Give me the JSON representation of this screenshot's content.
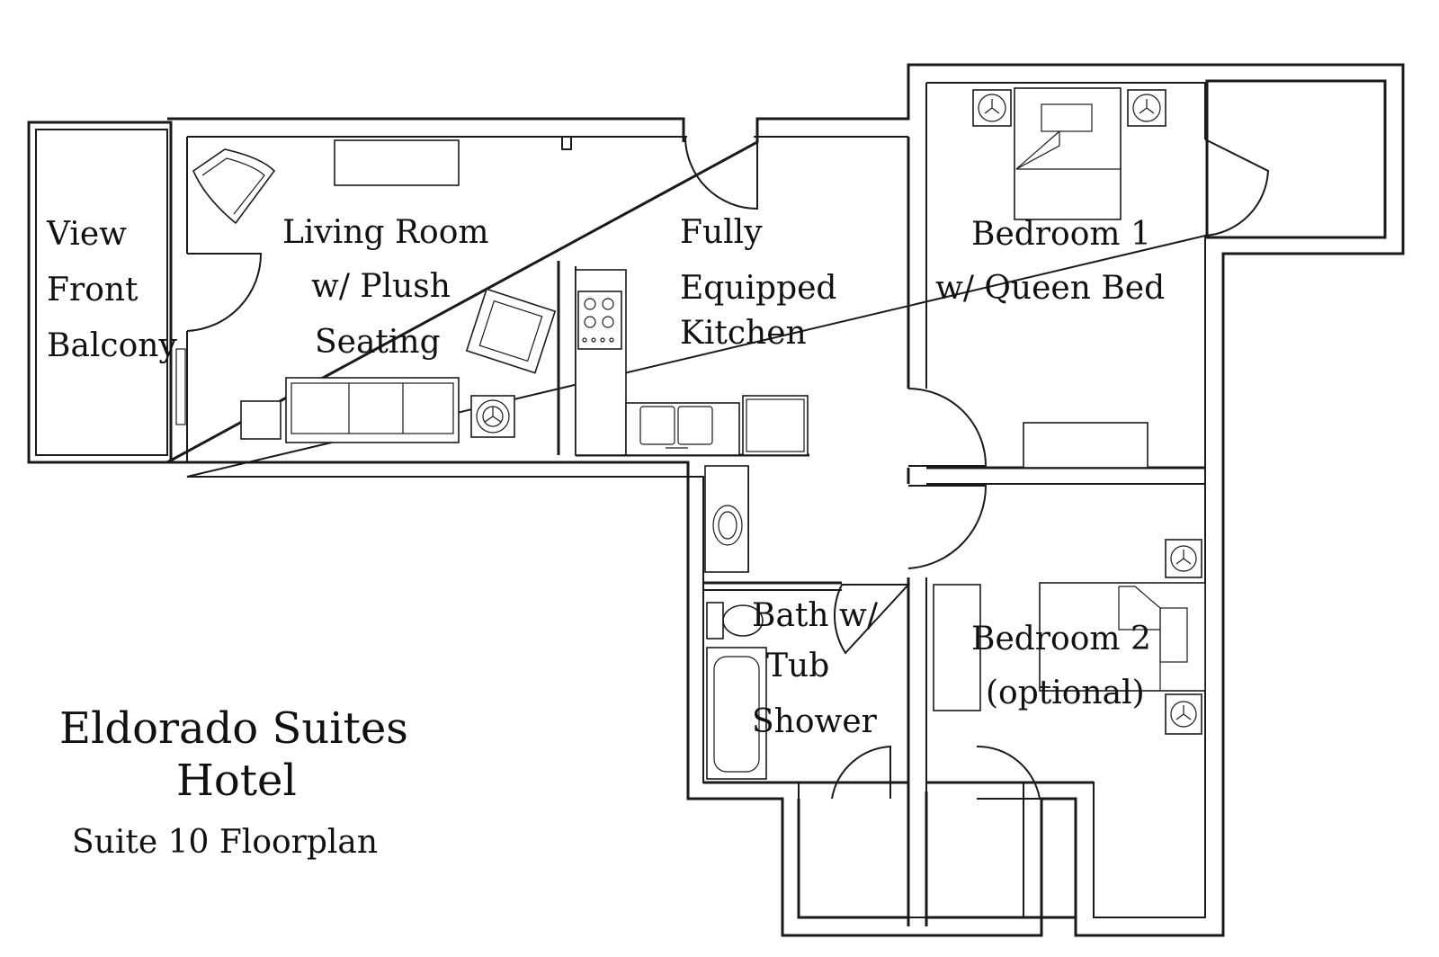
{
  "rooms": {
    "balcony_front": [
      "View",
      "Front",
      "Balcony"
    ],
    "living_room": [
      "Living Room",
      "w/ Plush",
      "Seating"
    ],
    "kitchen": [
      "Fully",
      "Equipped",
      "Kitchen"
    ],
    "bedroom1": [
      "Bedroom 1",
      "w/ Queen Bed"
    ],
    "bath": [
      "Bath w/",
      "Tub",
      "Shower"
    ],
    "bedroom2": [
      "Bedroom 2",
      "(optional)"
    ]
  },
  "title": {
    "line1": "Eldorado Suites",
    "line2": "Hotel",
    "line3": "Suite 10 Floorplan"
  },
  "icons": {
    "lamp_table": "lamp-table-icon",
    "stove": "stove-icon",
    "sink": "sink-icon",
    "toilet": "toilet-icon",
    "bed": "bed-icon"
  },
  "colors": {
    "line": "#1a1a1a",
    "background": "#ffffff"
  }
}
